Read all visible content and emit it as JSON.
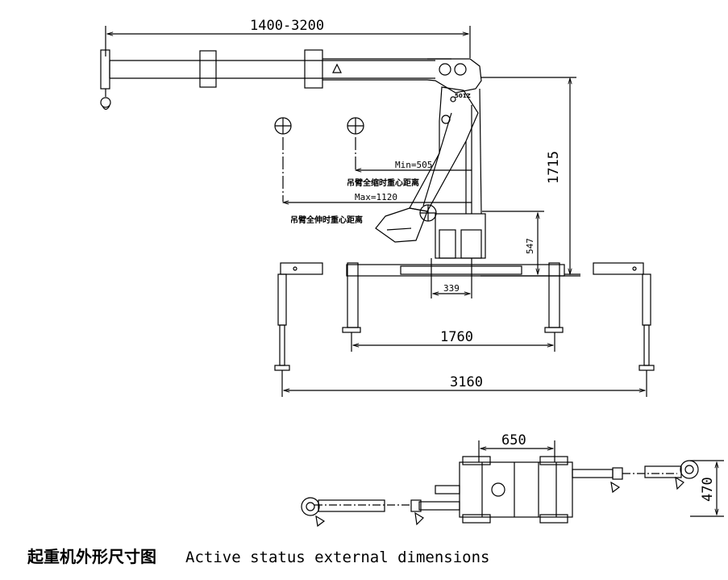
{
  "dimensions": {
    "boom_length": "1400-3200",
    "height": "1715",
    "base_height": "547",
    "column_offset": "339",
    "inner_span": "1760",
    "outer_span": "3160",
    "top_width": "650",
    "top_depth": "470"
  },
  "center_of_gravity": {
    "min_label": "Min=505",
    "min_caption": "吊臂全缩时重心距离",
    "max_label": "Max=1120",
    "max_caption": "吊臂全伸时重心距离"
  },
  "boom_marking": "501Z",
  "caption": {
    "chinese": "起重机外形尺寸图",
    "english": "Active status external dimensions"
  }
}
